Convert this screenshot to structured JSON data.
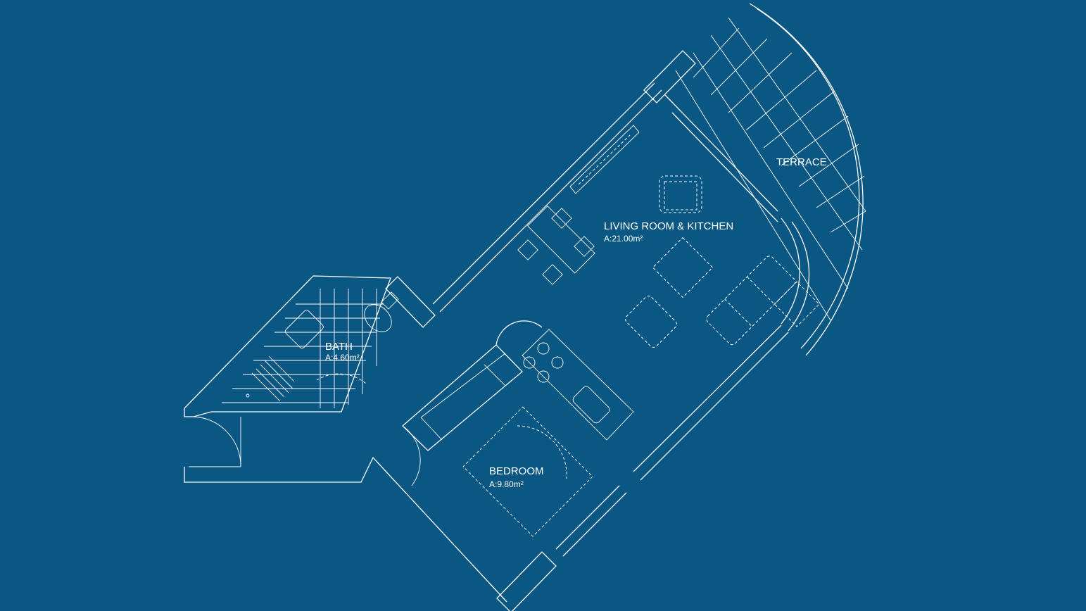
{
  "colors": {
    "background": "#0a5783",
    "lines": "#ffffff"
  },
  "rooms": {
    "terrace": {
      "name": "TERRACE"
    },
    "living": {
      "name": "LIVING ROOM & KITCHEN",
      "area": "A:21.00m²"
    },
    "bath": {
      "name": "BATH",
      "area": "A:4.60m²"
    },
    "bedroom": {
      "name": "BEDROOM",
      "area": "A:9.80m²"
    }
  }
}
